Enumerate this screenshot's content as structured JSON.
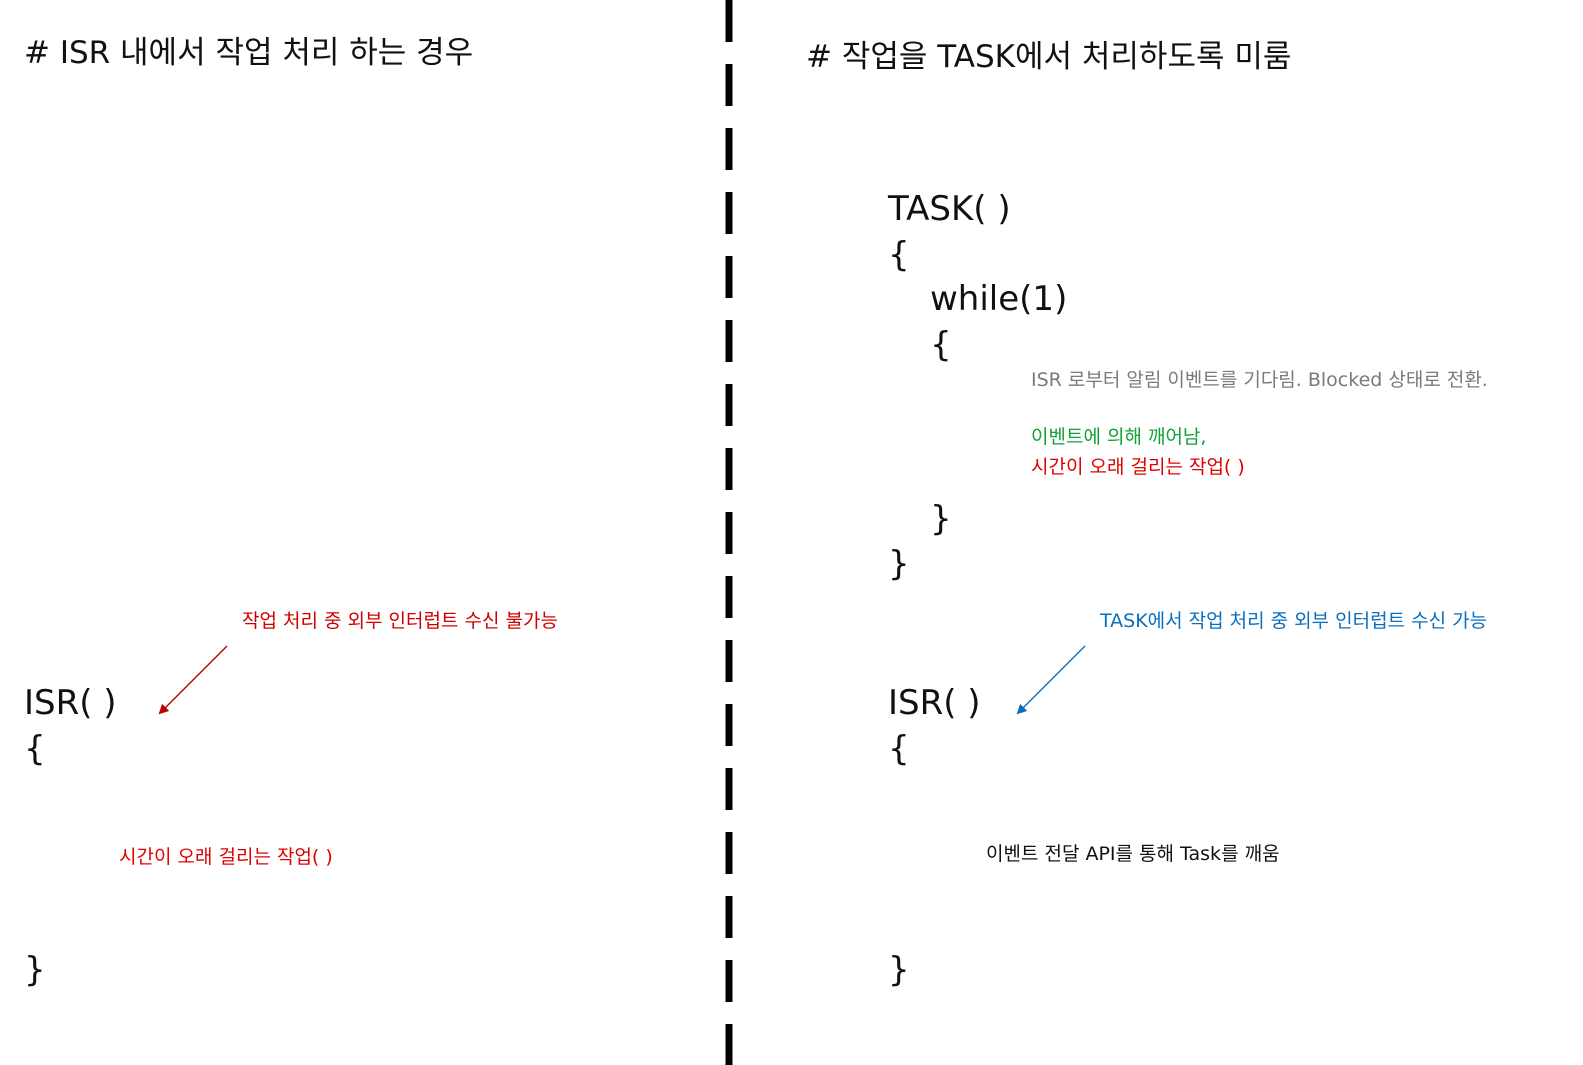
{
  "left": {
    "heading": "# ISR 내에서 작업 처리 하는 경우",
    "isr_signature": "ISR( )",
    "open_brace": "{",
    "close_brace": "}",
    "work_call": "시간이 오래 걸리는 작업( )",
    "annotation": "작업 처리 중 외부 인터럽트 수신 불가능"
  },
  "right": {
    "heading": "# 작업을 TASK에서 처리하도록 미룸",
    "task_signature": "TASK( )",
    "task_open_brace": "{",
    "while_line": "while(1)",
    "while_open_brace": "{",
    "wait_comment": "ISR 로부터 알림 이벤트를 기다림. Blocked 상태로 전환.",
    "wake_comment": "이벤트에 의해 깨어남,",
    "work_call": "시간이 오래 걸리는 작업( )",
    "while_close_brace": "}",
    "task_close_brace": "}",
    "annotation": "TASK에서 작업 처리 중 외부 인터럽트 수신 가능",
    "isr_signature": "ISR( )",
    "isr_open_brace": "{",
    "isr_body": "이벤트 전달 API를 통해 Task를 깨움",
    "isr_close_brace": "}"
  },
  "colors": {
    "red": "#e00000",
    "dark_red": "#c00000",
    "green": "#12a135",
    "gray": "#7a7a7a",
    "blue": "#0a6fbe",
    "divider": "#000000"
  }
}
